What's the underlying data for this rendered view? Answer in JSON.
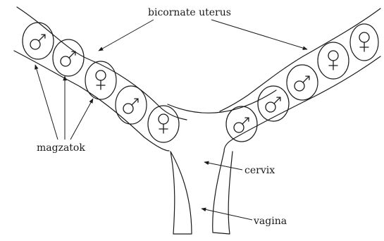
{
  "labels": {
    "uterus": "bicornate uterus",
    "fetuses": "magzatok",
    "cervix": "cervix",
    "vagina": "vagina"
  },
  "fetuses": [
    {
      "horn": "left",
      "sex": "male"
    },
    {
      "horn": "left",
      "sex": "male"
    },
    {
      "horn": "left",
      "sex": "female"
    },
    {
      "horn": "left",
      "sex": "male"
    },
    {
      "horn": "left",
      "sex": "female"
    },
    {
      "horn": "right",
      "sex": "male"
    },
    {
      "horn": "right",
      "sex": "male"
    },
    {
      "horn": "right",
      "sex": "male"
    },
    {
      "horn": "right",
      "sex": "female"
    },
    {
      "horn": "right",
      "sex": "female"
    }
  ],
  "colors": {
    "ink": "#1a1a1a",
    "background": "#ffffff"
  }
}
